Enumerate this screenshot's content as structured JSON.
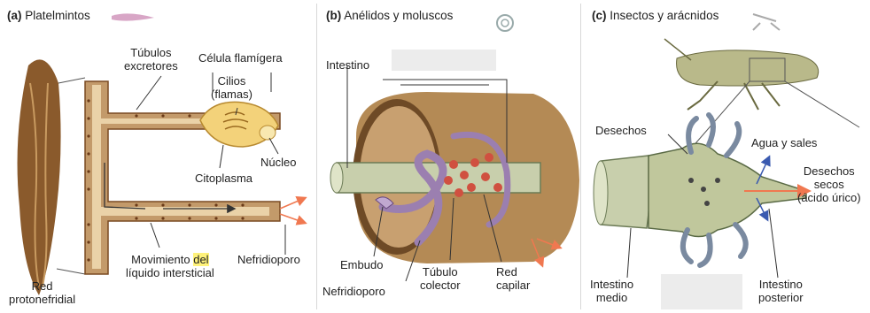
{
  "panels": {
    "a": {
      "letter": "(a)",
      "title": "Platelmintos",
      "labels": {
        "tubulos": "Túbulos\nexcretores",
        "celula": "Célula flamígera",
        "cilios": "Cilios\n(flamas)",
        "nucleo": "Núcleo",
        "citoplasma": "Citoplasma",
        "movimiento_pre": "Movimiento ",
        "movimiento_hl": "del",
        "movimiento_post": "líquido intersticial",
        "nefridioporo": "Nefridioporo",
        "red": "Red\nprotonefridial"
      }
    },
    "b": {
      "letter": "(b)",
      "title": "Anélidos y moluscos",
      "labels": {
        "intestino": "Intestino",
        "embudo": "Embudo",
        "nefridioporo": "Nefridioporo",
        "tubulo": "Túbulo\ncolector",
        "red": "Red\ncapilar"
      }
    },
    "c": {
      "letter": "(c)",
      "title": "Insectos y arácnidos",
      "labels": {
        "desechos": "Desechos",
        "agua": "Agua y sales",
        "desechos_secos": "Desechos\nsecos\n(ácido úrico)",
        "intestino_medio": "Intestino\nmedio",
        "intestino_posterior": "Intestino\nposterior"
      }
    }
  },
  "colors": {
    "tissue_brown": "#8a5a2c",
    "tube_tan": "#e8c590",
    "flame_cell": "#f3d27a",
    "gut_green": "#c8cfac",
    "annelid_body": "#b48a55",
    "nephridia_purple": "#9b7fb0",
    "capillary_red": "#d05040",
    "malpighian_grey": "#7a8aa0",
    "arrow_orange": "#f07850",
    "arrow_blue": "#3a5ab0"
  }
}
